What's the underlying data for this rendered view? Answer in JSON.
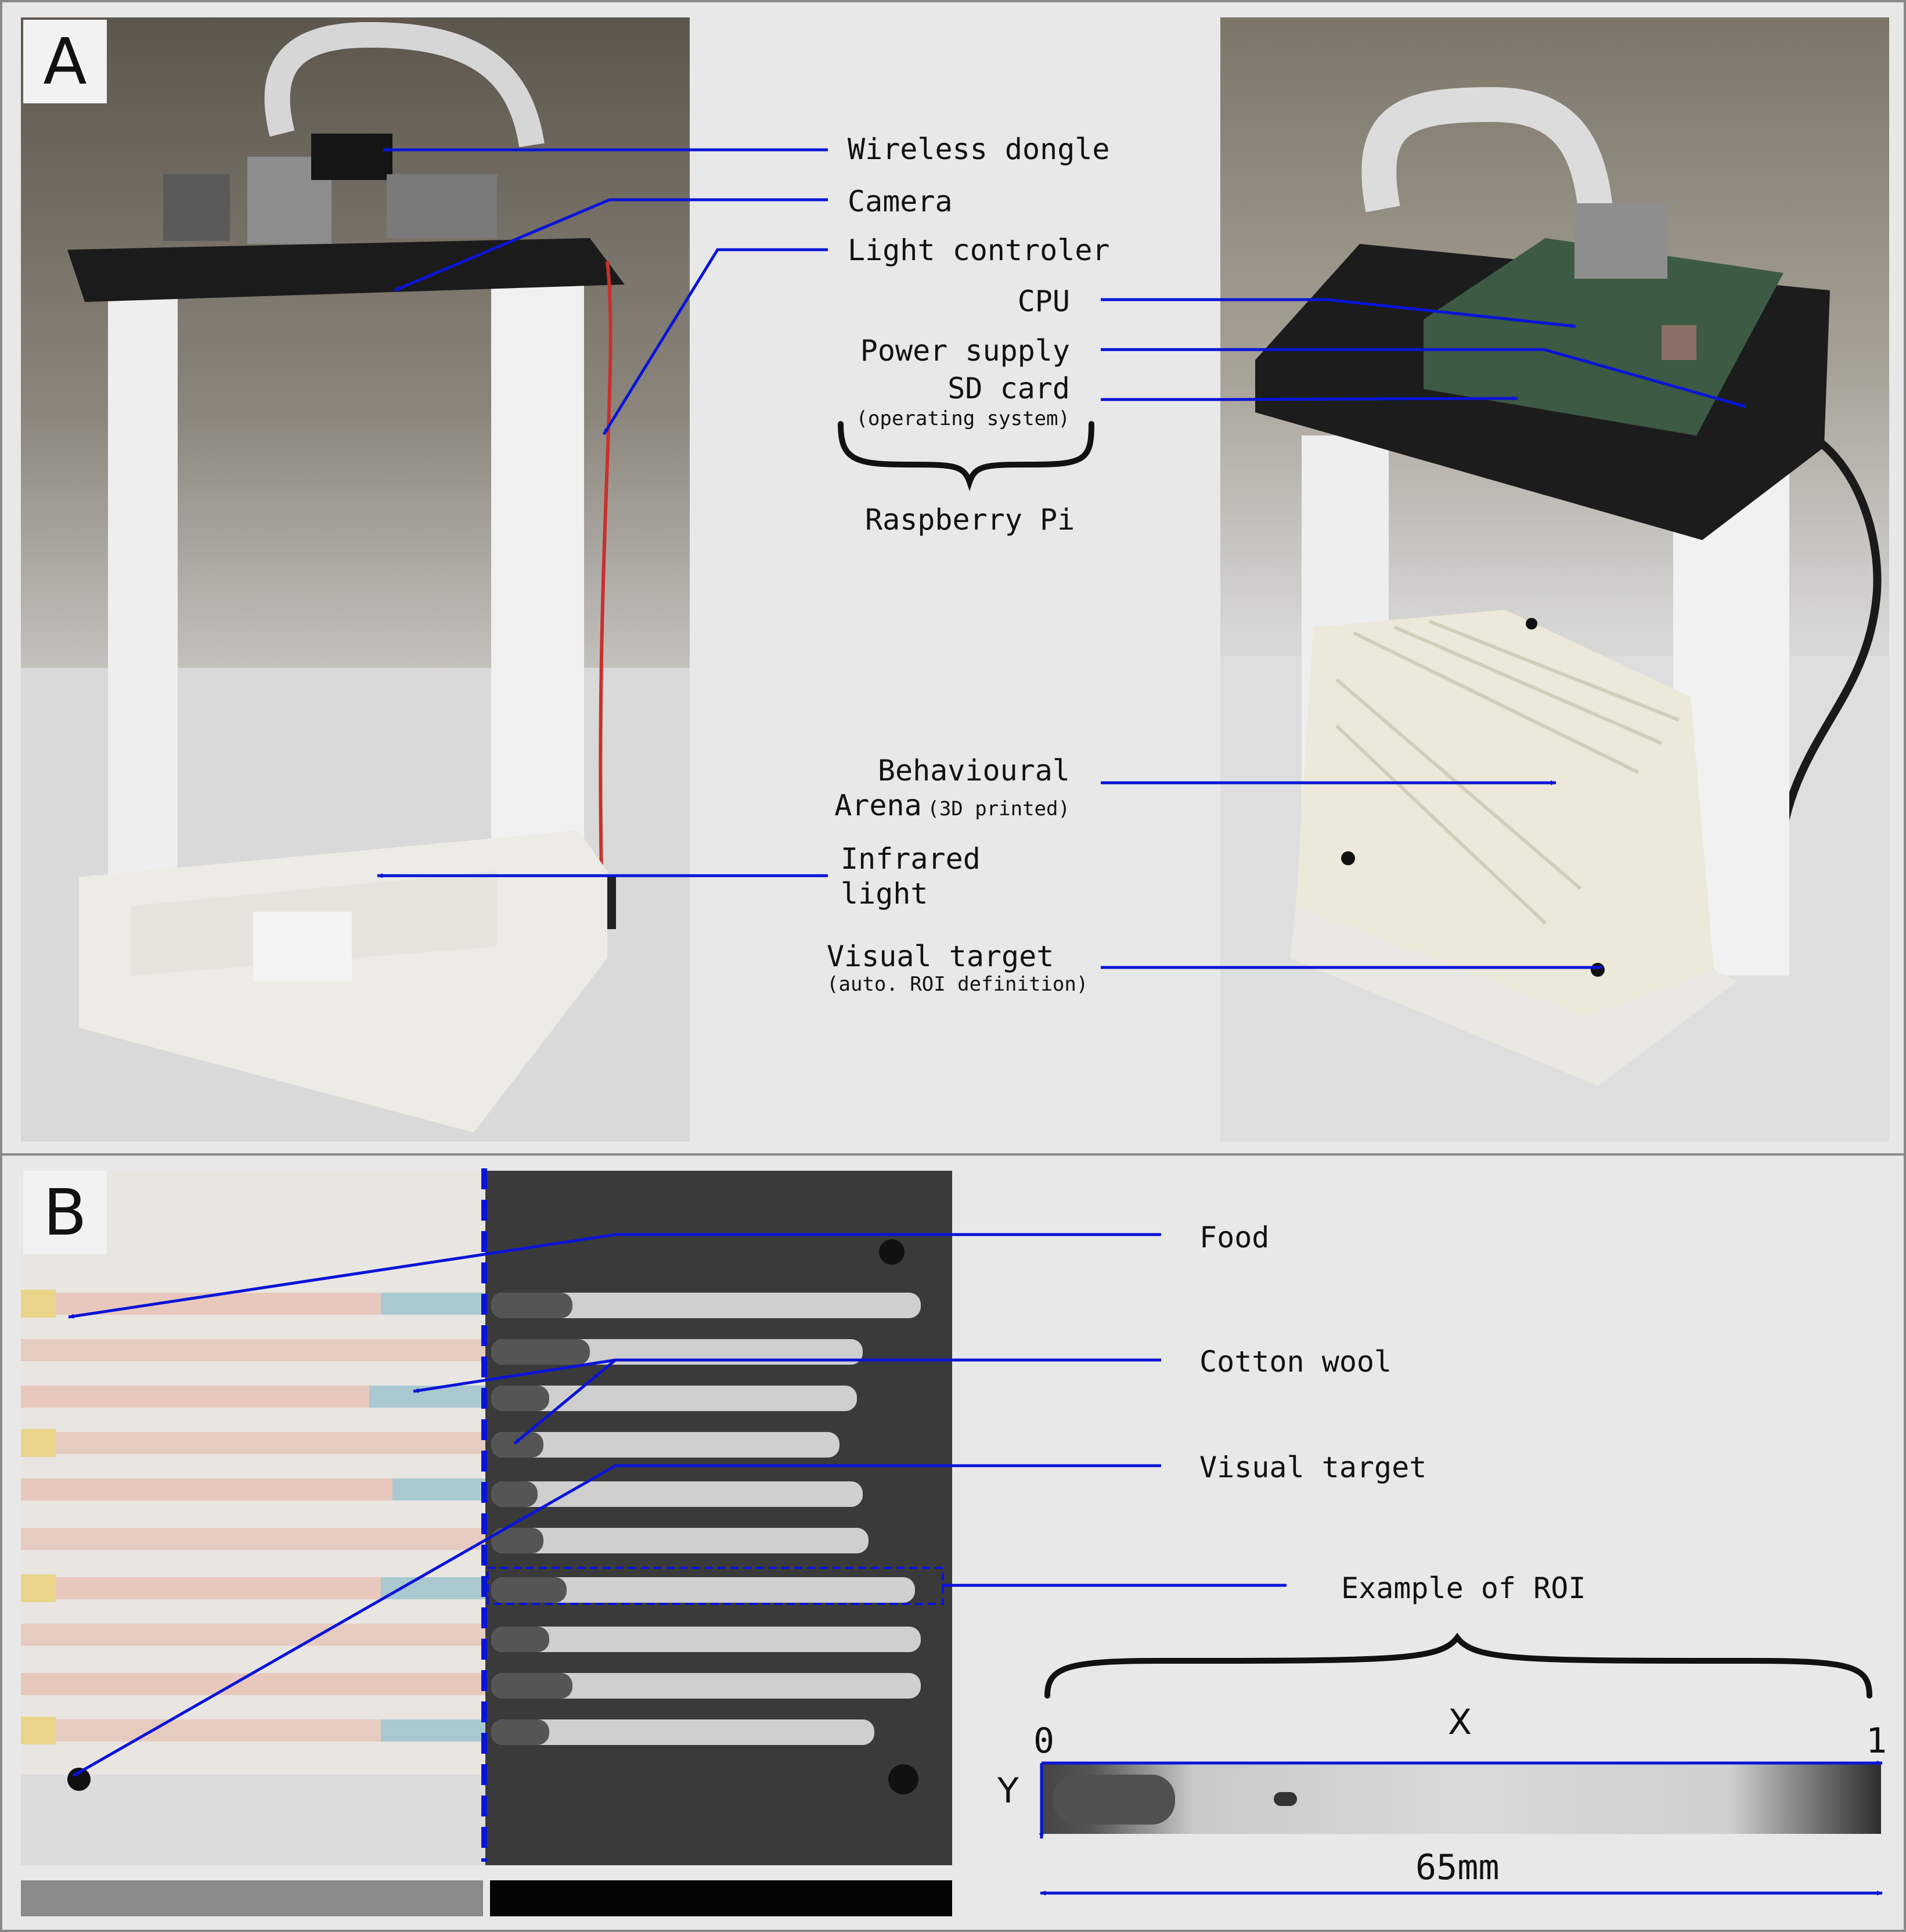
{
  "panel_a": {
    "letter": "A",
    "labels": {
      "wireless": "Wireless dongle",
      "camera": "Camera",
      "light": "Light controler",
      "cpu": "CPU",
      "power": "Power supply",
      "sd": "SD card",
      "sd_sub": "(operating system)",
      "raspberry": "Raspberry Pi",
      "arena1": "Behavioural",
      "arena2": "Arena",
      "arena_sub": "(3D printed)",
      "ir1": "Infrared",
      "ir2": "light",
      "target": "Visual target",
      "target_sub": "(auto. ROI definition)"
    }
  },
  "panel_b": {
    "letter": "B",
    "labels": {
      "food": "Food",
      "cotton": "Cotton wool",
      "target": "Visual target",
      "roi": "Example of ROI",
      "x0": "0",
      "x1": "1",
      "x": "X",
      "y": "Y",
      "length": "65mm"
    }
  },
  "colors": {
    "arrow": "#0a14d8",
    "frame": "#8a8a8a"
  }
}
